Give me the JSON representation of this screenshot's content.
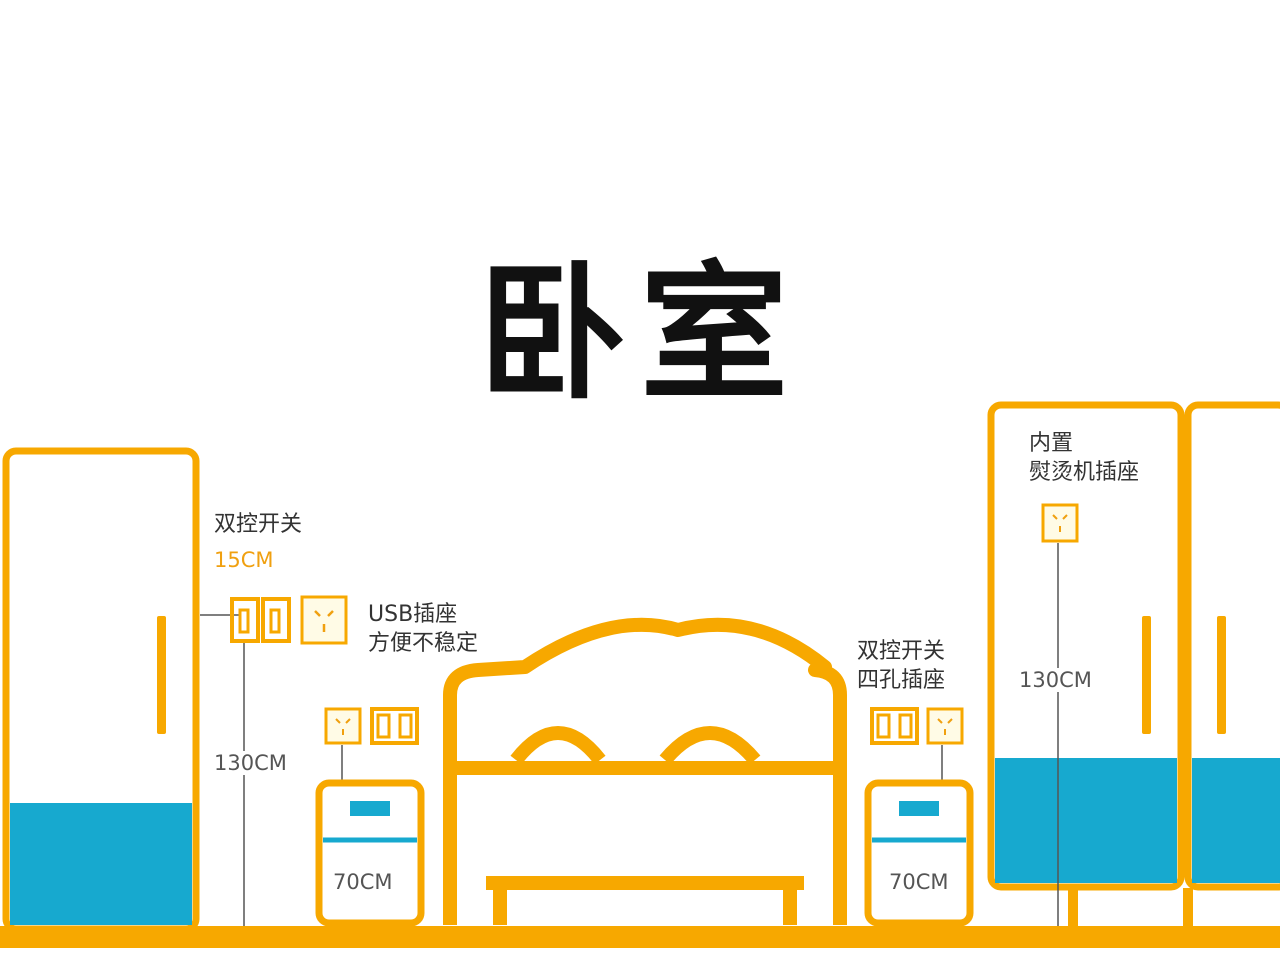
{
  "title": "卧室",
  "colors": {
    "accent": "#f7a800",
    "water": "#17a9cf",
    "text": "#333333"
  },
  "annotations": {
    "left_switch_label": "双控开关",
    "left_switch_offset": "15CM",
    "usb_socket_line1": "USB插座",
    "usb_socket_line2": "方便不稳定",
    "left_height": "130CM",
    "left_nightstand_height": "70CM",
    "right_switch_line1": "双控开关",
    "right_switch_line2": "四孔插座",
    "right_nightstand_height": "70CM",
    "wardrobe_line1": "内置",
    "wardrobe_line2": "熨烫机插座",
    "wardrobe_height": "130CM"
  }
}
